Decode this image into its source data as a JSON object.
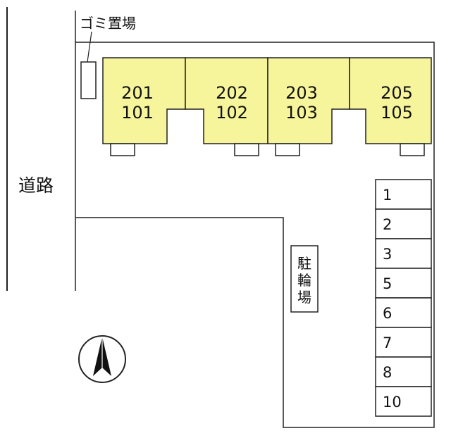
{
  "labels": {
    "road": "道路",
    "garbage": "ゴミ置場",
    "bicycle_parking": [
      "駐",
      "輪",
      "場"
    ]
  },
  "units": [
    {
      "upper": "201",
      "lower": "101"
    },
    {
      "upper": "202",
      "lower": "102"
    },
    {
      "upper": "203",
      "lower": "103"
    },
    {
      "upper": "205",
      "lower": "105"
    }
  ],
  "parking_spaces": [
    "1",
    "2",
    "3",
    "5",
    "6",
    "7",
    "8",
    "10"
  ],
  "colors": {
    "building": "#f7f59c",
    "line": "#222222"
  },
  "icons": {
    "compass": "north-arrow-icon"
  }
}
